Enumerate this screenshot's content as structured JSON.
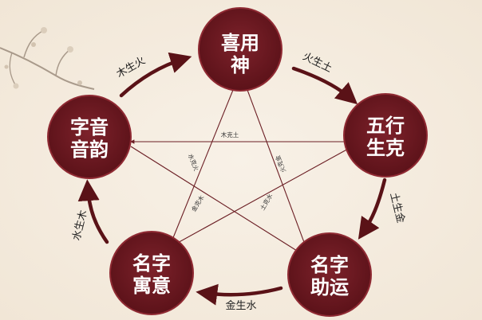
{
  "colors": {
    "node_fill": "#6e1a22",
    "node_ring": "#8f2a33",
    "arrow": "#5a1217",
    "line": "#6b1e24",
    "background": "#f5ecdf"
  },
  "nodes": {
    "top": {
      "line1": "喜用",
      "line2": "神"
    },
    "right": {
      "line1": "五行",
      "line2": "生克"
    },
    "bottom_right": {
      "line1": "名字",
      "line2": "助运"
    },
    "bottom_left": {
      "line1": "名字",
      "line2": "寓意"
    },
    "left": {
      "line1": "字音",
      "line2": "音韵"
    }
  },
  "generating": {
    "top_right": "火生土",
    "right_bottom": "土生金",
    "bottom": "金生水",
    "left_bottom": "水生木",
    "top_left": "木生火"
  },
  "overcoming": {
    "wood_earth": "木克土",
    "water_fire": "水克火",
    "fire_metal": "火克金",
    "metal_wood": "金克木",
    "earth_water": "土克水"
  },
  "decoration": {
    "branch_icon": "plum-blossom-branch-icon"
  }
}
